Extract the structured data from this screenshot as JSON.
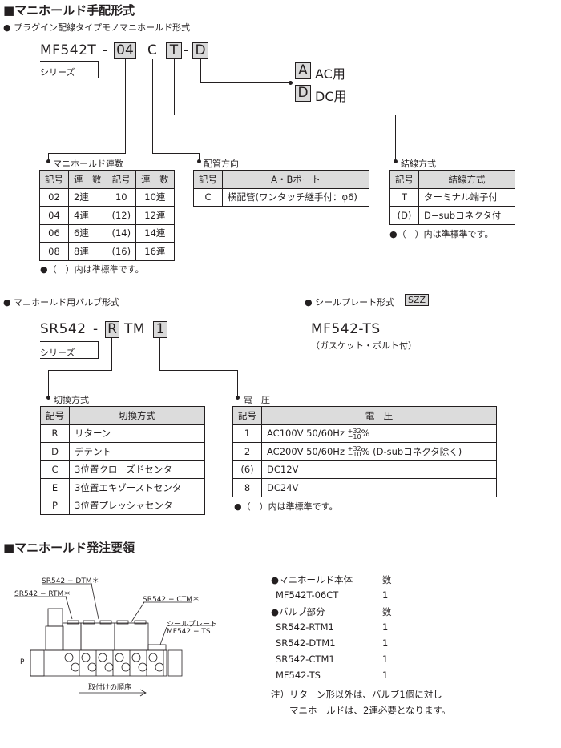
{
  "section1": {
    "title": "■マニホールド手配形式",
    "subtitle": "● プラグイン配線タイプモノマニホールド形式",
    "code": {
      "prefix": "MF542T",
      "dash1": "-",
      "connections": "04",
      "piping": "C",
      "wiring": "T",
      "dash2": "-",
      "voltage": "D"
    },
    "series_label": "シリーズ",
    "voltage_options": [
      {
        "code": "A",
        "label": "AC用"
      },
      {
        "code": "D",
        "label": "DC用"
      }
    ],
    "connections_table": {
      "title": "マニホールド連数",
      "headers": [
        "記号",
        "連　数",
        "記号",
        "連　数"
      ],
      "rows": [
        [
          "02",
          "2連",
          "10",
          "10連"
        ],
        [
          "04",
          "4連",
          "(12)",
          "12連"
        ],
        [
          "06",
          "6連",
          "(14)",
          "14連"
        ],
        [
          "08",
          "8連",
          "(16)",
          "16連"
        ]
      ],
      "note": "●（　）内は準標準です。"
    },
    "piping_table": {
      "title": "配管方向",
      "headers": [
        "記号",
        "A・Bポート"
      ],
      "rows": [
        [
          "C",
          "横配管(ワンタッチ継手付：φ6)"
        ]
      ]
    },
    "wiring_table": {
      "title": "結線方式",
      "headers": [
        "記号",
        "結線方式"
      ],
      "rows": [
        [
          "T",
          "ターミナル端子付"
        ],
        [
          "(D)",
          "D−subコネクタ付"
        ]
      ],
      "note": "●（　）内は準標準です。"
    }
  },
  "section2": {
    "valve_title": "● マニホールド用バルブ形式",
    "seal_title": "● シールプレート形式",
    "seal_badge": "SZZ",
    "code": {
      "prefix": "SR542",
      "dash": "-",
      "switching": "R",
      "middle": "TM",
      "voltage": "1"
    },
    "series_label": "シリーズ",
    "seal_model": "MF542-TS",
    "seal_note": "（ガスケット・ボルト付）",
    "switching_table": {
      "title": "切換方式",
      "headers": [
        "記号",
        "切換方式"
      ],
      "rows": [
        [
          "R",
          "リターン"
        ],
        [
          "D",
          "デテント"
        ],
        [
          "C",
          "3位置クローズドセンタ"
        ],
        [
          "E",
          "3位置エキゾーストセンタ"
        ],
        [
          "P",
          "3位置プレッシャセンタ"
        ]
      ]
    },
    "voltage_table": {
      "title": "電　圧",
      "headers": [
        "記号",
        "電　圧"
      ],
      "rows": [
        {
          "code": "1",
          "text": "AC100V 50/60Hz",
          "tol_plus": "+32",
          "tol_minus": "−10",
          "suffix": "%"
        },
        {
          "code": "2",
          "text": "AC200V 50/60Hz",
          "tol_plus": "+32",
          "tol_minus": "−10",
          "suffix": "% (D-subコネクタ除く)"
        },
        {
          "code": "(6)",
          "text": "DC12V"
        },
        {
          "code": "8",
          "text": "DC24V"
        }
      ],
      "note": "●（　）内は準標準です。"
    }
  },
  "section3": {
    "title": "■マニホールド発注要領",
    "diagram": {
      "labels": {
        "dtm": "SR542 − DTM＊",
        "rtm": "SR542 − RTM＊",
        "ctm": "SR542 − CTM＊",
        "seal": "シールプレート",
        "seal_model": "MF542 − TS",
        "p": "P",
        "order": "取付けの順序"
      }
    },
    "order": [
      {
        "label": "●マニホールド本体",
        "qty": "数"
      },
      {
        "label": "MF542T-06CT",
        "qty": "1"
      },
      {
        "label": "●バルブ部分",
        "qty": "数"
      },
      {
        "label": "SR542-RTM1",
        "qty": "1"
      },
      {
        "label": "SR542-DTM1",
        "qty": "1"
      },
      {
        "label": "SR542-CTM1",
        "qty": "1"
      },
      {
        "label": "MF542-TS",
        "qty": "1"
      }
    ],
    "note1": "注）リターン形以外は、バルブ1個に対し",
    "note2": "マニホールドは、2連必要となります。"
  }
}
